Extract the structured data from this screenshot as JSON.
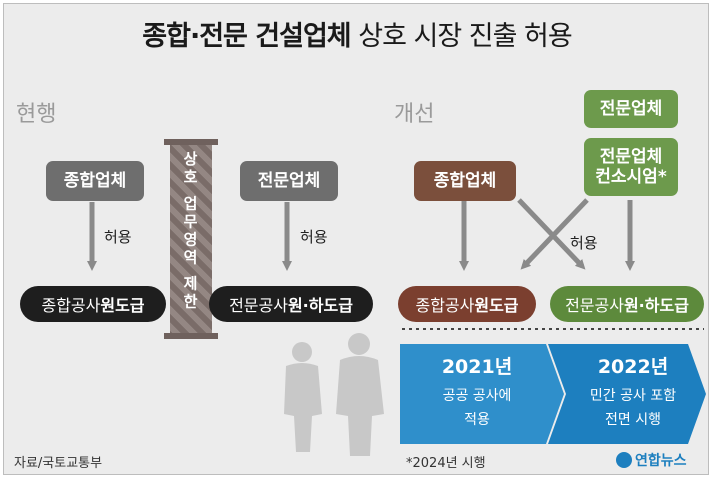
{
  "title": {
    "bold": "종합·전문 건설업체",
    "light": "상호 시장 진출 허용"
  },
  "current": {
    "label": "현행",
    "left_box": "종합업체",
    "left_arrow_label": "허용",
    "left_pill_prefix": "종합공사 ",
    "left_pill_bold": "원도급",
    "right_box": "전문업체",
    "right_arrow_label": "허용",
    "right_pill_prefix": "전문공사 ",
    "right_pill_bold": "원·하도급",
    "barrier": "상호 업무영역 제한"
  },
  "improved": {
    "label": "개선",
    "brown_box": "종합업체",
    "green_box_top": "전문업체",
    "green_box_sub_line1": "전문업체",
    "green_box_sub_line2": "컨소시엄*",
    "arrow_label": "허용",
    "brown_pill_prefix": "종합공사 ",
    "brown_pill_bold": "원도급",
    "green_pill_prefix": "전문공사 ",
    "green_pill_bold": "원·하도급"
  },
  "timeline": [
    {
      "year": "2021년",
      "line1": "공공 공사에",
      "line2": "적용"
    },
    {
      "year": "2022년",
      "line1": "민간 공사 포함",
      "line2": "전면 시행"
    }
  ],
  "footer": {
    "source": "자료/국토교통부",
    "note": "*2024년 시행",
    "logo": "연합뉴스"
  },
  "colors": {
    "gray": "#6e6e6e",
    "green": "#6d9a4c",
    "brown": "#7b4f3c",
    "blue_dark": "#1d86c6",
    "blue_light": "#4aa9dc"
  }
}
